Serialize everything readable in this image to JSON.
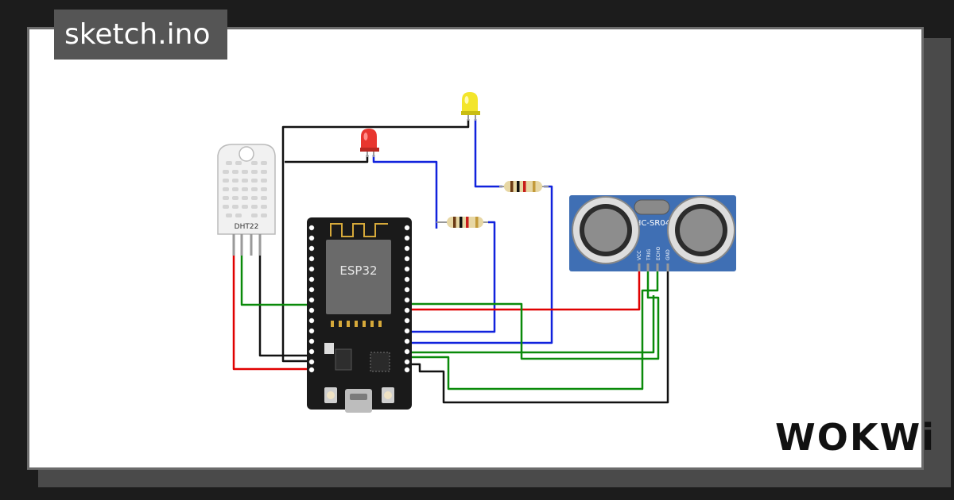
{
  "file": {
    "name": "sketch.ino"
  },
  "brand": {
    "name": "WOKWi"
  },
  "components": {
    "dht": {
      "label": "DHT22"
    },
    "mcu": {
      "label": "ESP32"
    },
    "sonar": {
      "label": "HC-SR04",
      "pins": [
        "VCC",
        "TRIG",
        "ECHO",
        "GND"
      ]
    },
    "led_red": {
      "color": "#e8362f"
    },
    "led_yellow": {
      "color": "#f3e52b"
    }
  },
  "colors": {
    "wire_black": "#111111",
    "wire_red": "#e00000",
    "wire_green": "#0a8a0a",
    "wire_blue": "#1122dd",
    "board": "#1a1a1a",
    "sonar_board": "#3f6fb4"
  }
}
